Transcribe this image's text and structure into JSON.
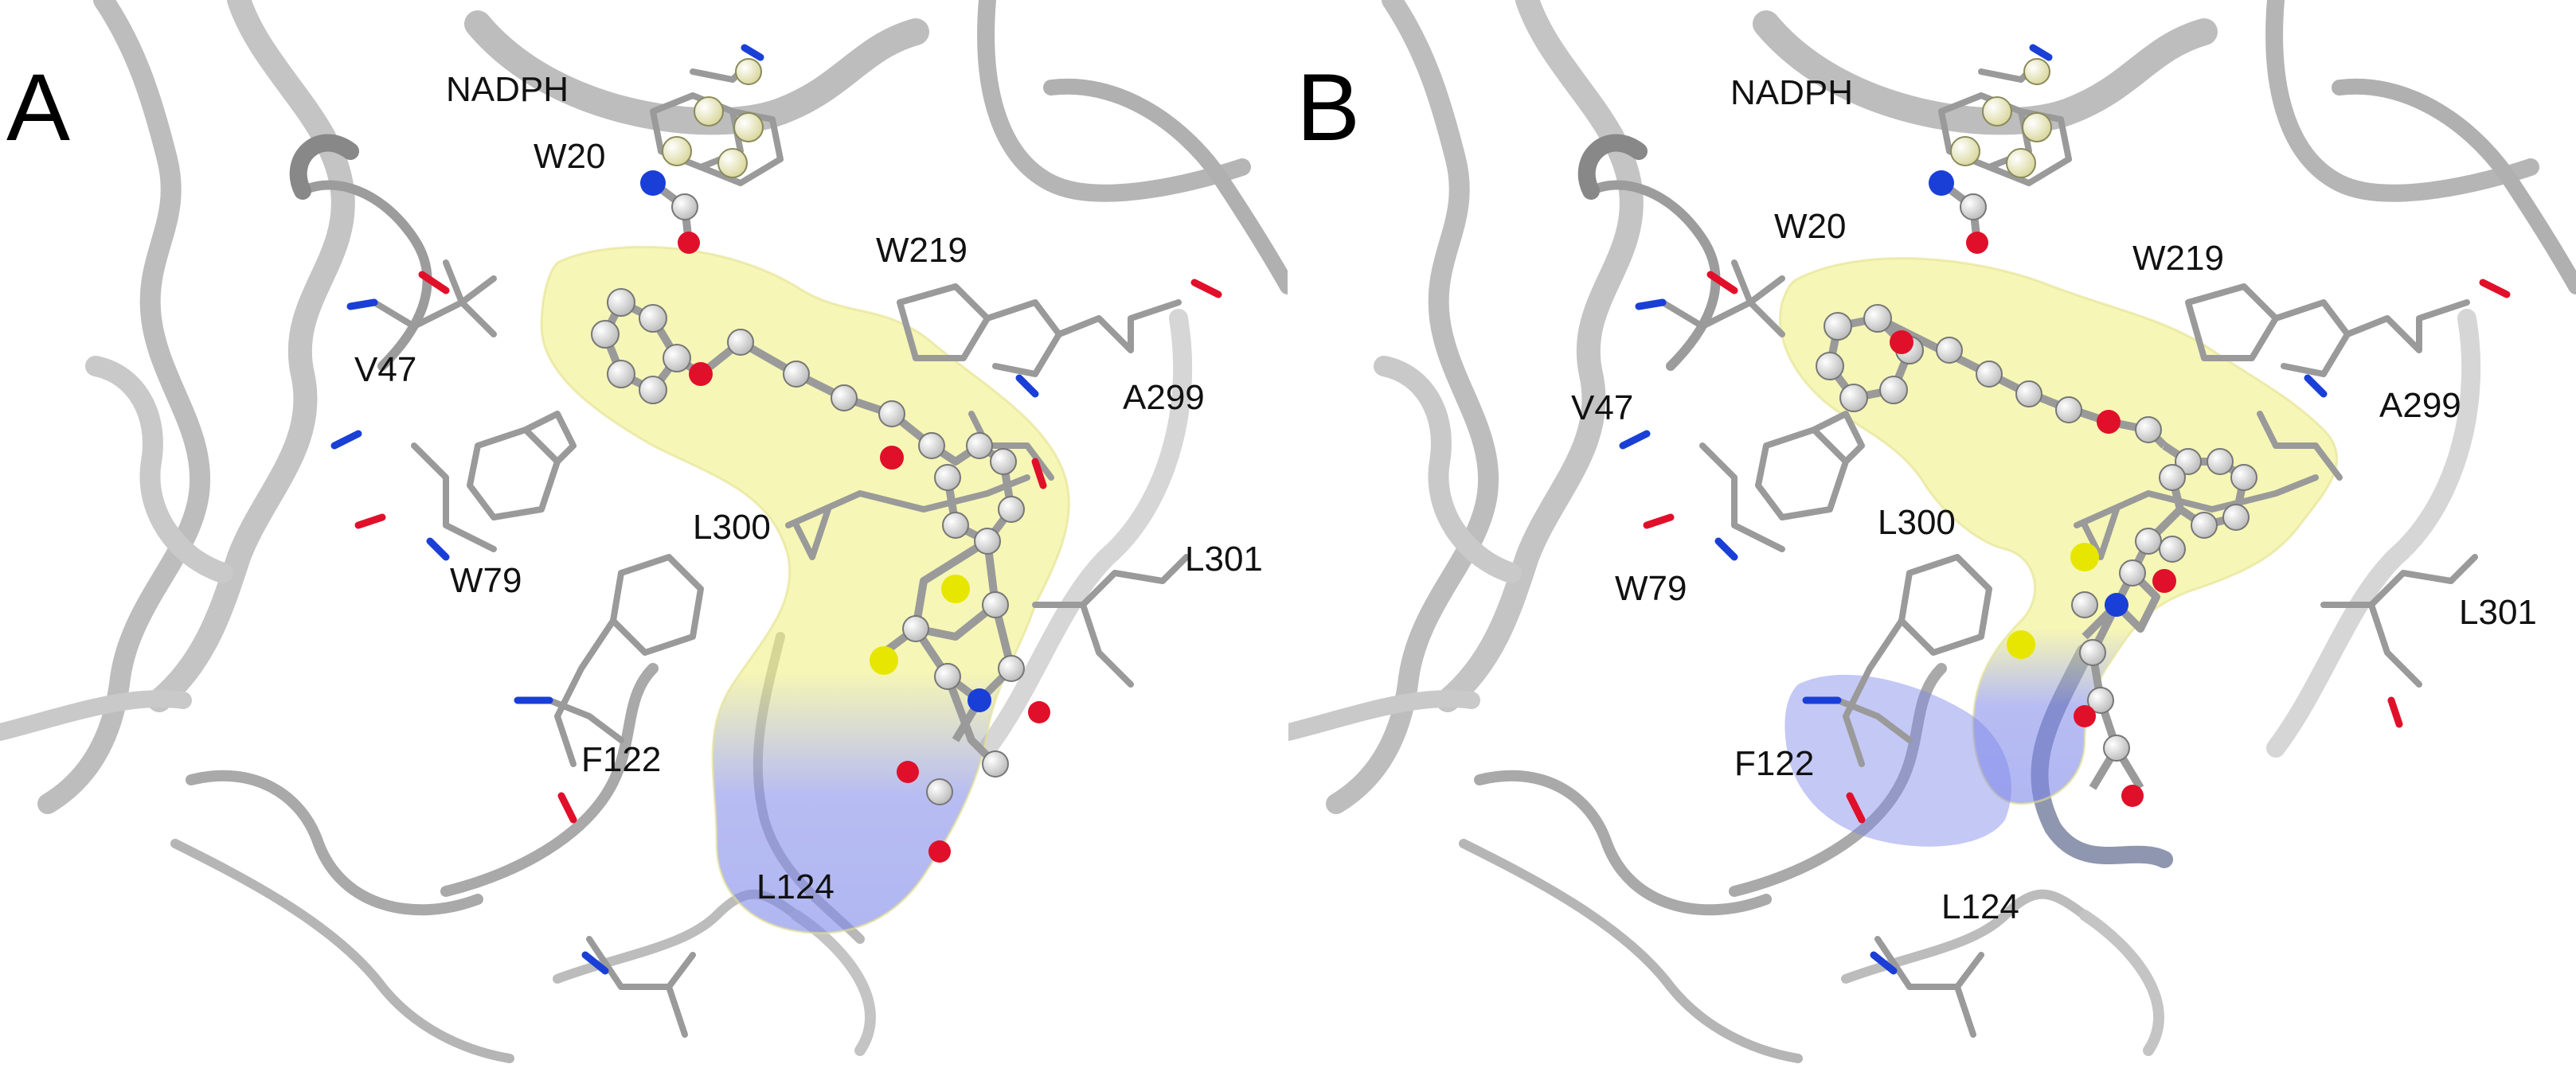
{
  "panels": [
    {
      "letter": "A",
      "labels": {
        "nadph": "NADPH",
        "w20": "W20",
        "w219": "W219",
        "v47": "V47",
        "a299": "A299",
        "l300": "L300",
        "w79": "W79",
        "l301": "L301",
        "f122": "F122",
        "l124": "L124"
      }
    },
    {
      "letter": "B",
      "labels": {
        "nadph": "NADPH",
        "w20": "W20",
        "w219": "W219",
        "v47": "V47",
        "a299": "A299",
        "l300": "L300",
        "w79": "W79",
        "l301": "L301",
        "f122": "F122",
        "l124": "L124"
      }
    }
  ],
  "colors": {
    "ribbon": "#a9a9a9",
    "stick": "#9a9a9a",
    "nitrogen": "#1a3fd6",
    "oxygen": "#e0102a",
    "sulfur": "#e6e600",
    "nadph_carbon": "#efefc6",
    "surface_yellow": "#eeee7a",
    "surface_blue": "#7c86e8"
  }
}
